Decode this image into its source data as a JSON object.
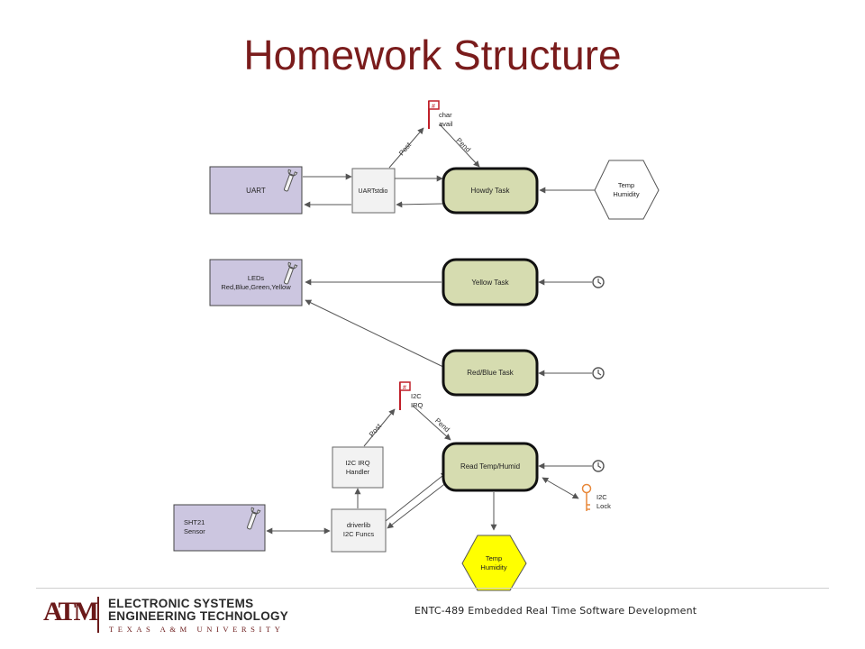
{
  "slide": {
    "title": "Homework Structure"
  },
  "nodes": {
    "uart": "UART",
    "uartstdio": "UARTstdio",
    "howdy_task": "Howdy Task",
    "temp_humidity_top": [
      "Temp",
      "Humidity"
    ],
    "char_avail_flag": [
      "char",
      "avail"
    ],
    "leds": [
      "LEDs",
      "Red,Blue,Green,Yellow"
    ],
    "yellow_task": "Yellow Task",
    "red_blue_task": "Red/Blue Task",
    "i2c_irq_flag": [
      "I2C",
      "IRQ"
    ],
    "i2c_irq_handler": [
      "I2C IRQ",
      "Handler"
    ],
    "read_temp_humid": "Read Temp/Humid",
    "sht21_sensor": [
      "SHT21",
      "Sensor"
    ],
    "driverlib": [
      "driverlib",
      "I2C Funcs"
    ],
    "i2c_lock": [
      "I2C",
      "Lock"
    ],
    "temp_humidity_bottom": [
      "Temp",
      "Humidity"
    ],
    "flag_symbol": "#"
  },
  "edges": {
    "post": "Post",
    "pend": "Pend"
  },
  "footer": {
    "course": "ENTC-489 Embedded Real Time Software Development",
    "logo_line1": "ELECTRONIC SYSTEMS",
    "logo_line2": "ENGINEERING TECHNOLOGY",
    "logo_line3": "TEXAS A&M UNIVERSITY",
    "logo_mark": "ATM"
  },
  "colors": {
    "title": "#7a1c1c",
    "device_fill": "#ccc6e0",
    "task_fill": "#d6dcb0",
    "shared_yellow": "#ffff00",
    "flag_red": "#c0202a",
    "lock_orange": "#e8883a"
  }
}
